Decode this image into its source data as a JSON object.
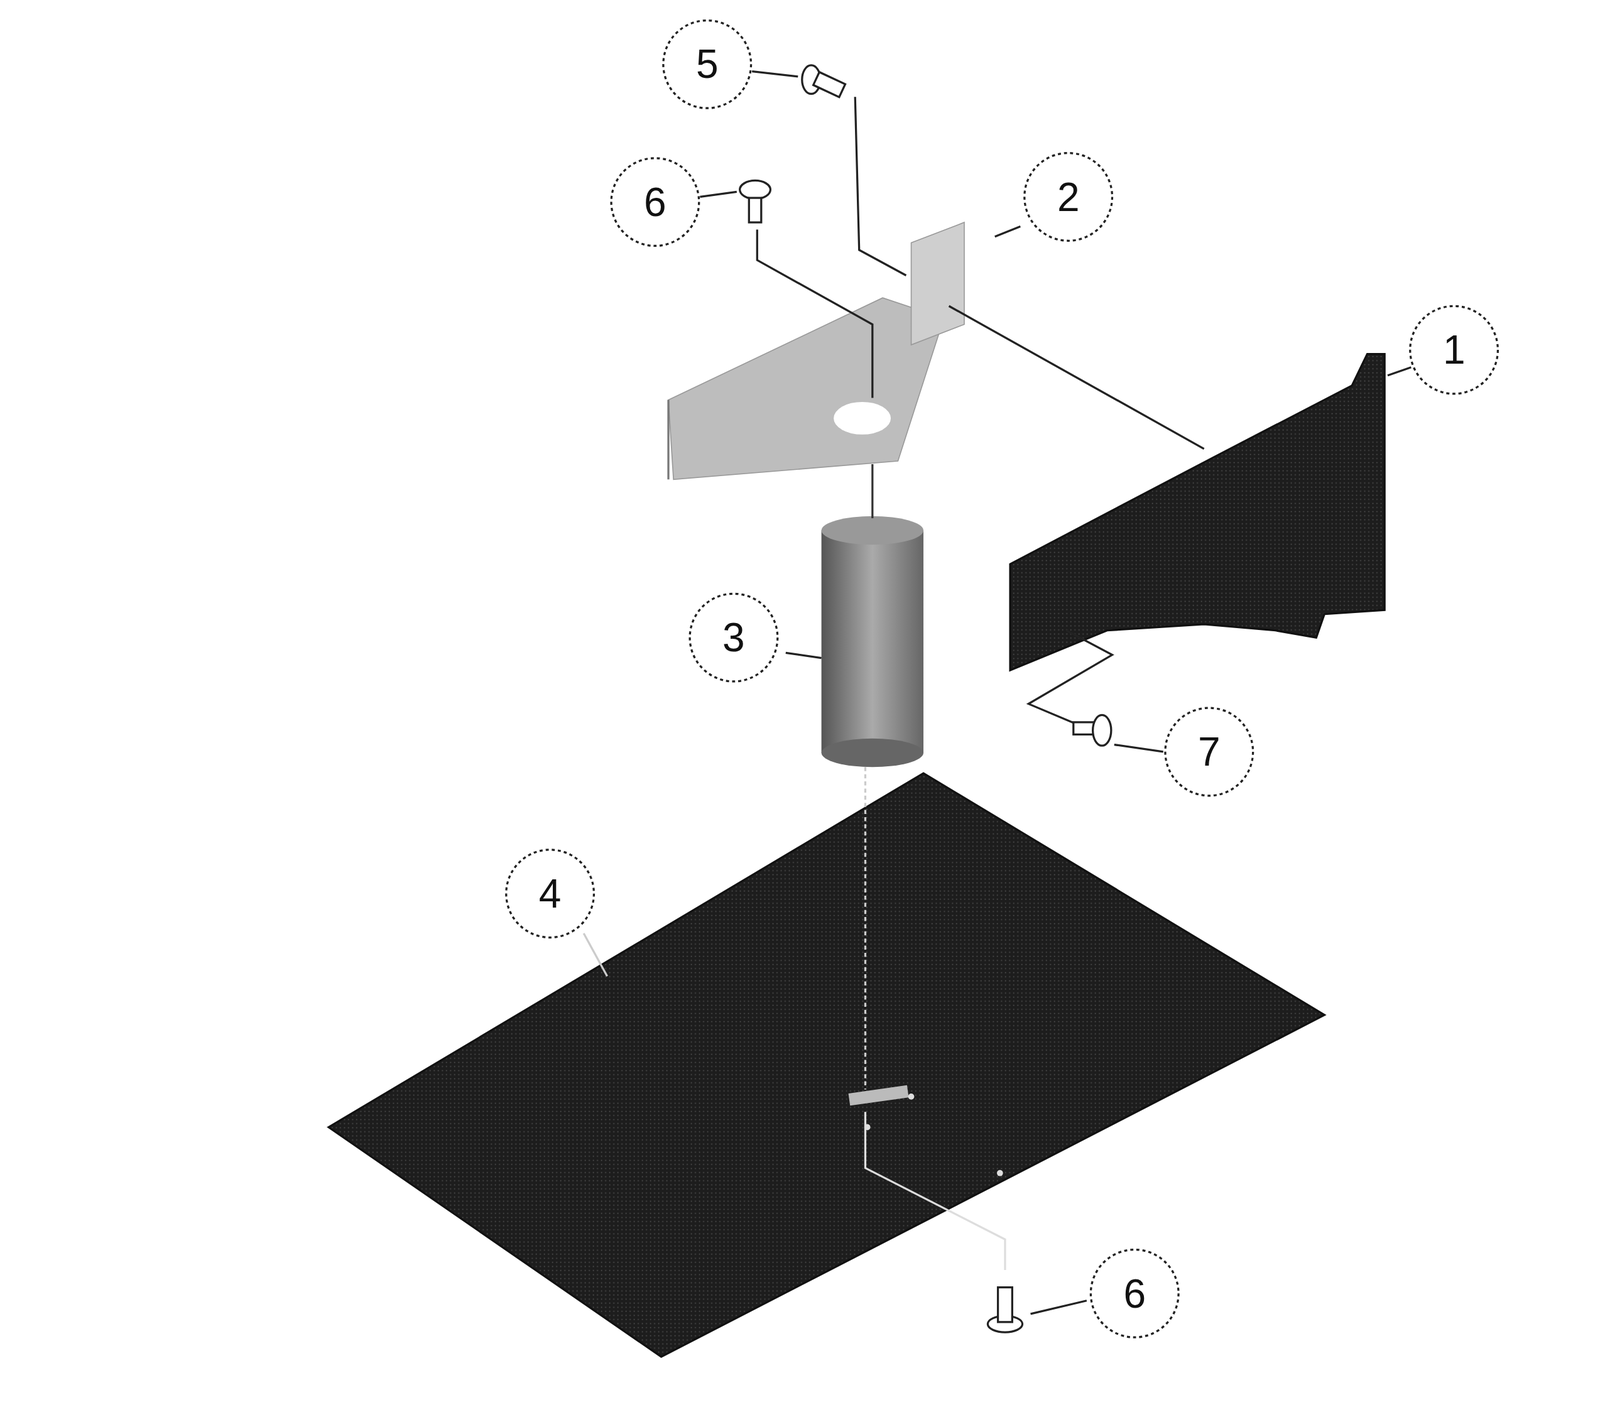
{
  "diagram": {
    "labels": [
      "5",
      "6",
      "2",
      "1",
      "3",
      "7",
      "4",
      "6"
    ]
  }
}
